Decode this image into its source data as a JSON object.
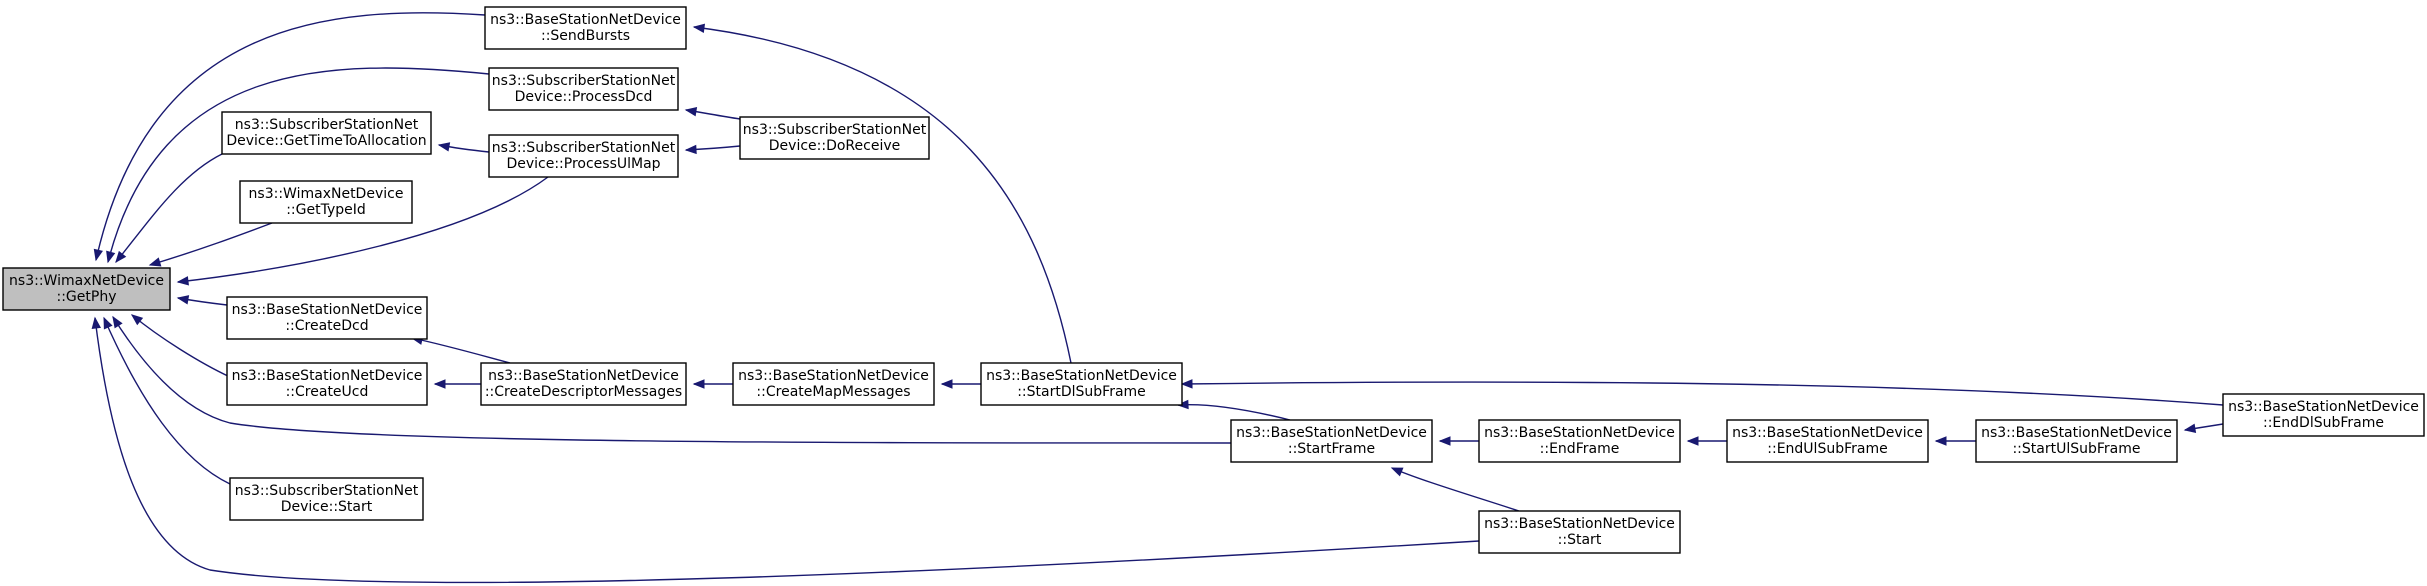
{
  "diagram": {
    "type": "call-graph",
    "colors": {
      "edge": "#191970",
      "focus_fill": "#bfbfbf",
      "node_fill": "#ffffff",
      "node_border": "#000000"
    },
    "nodes": [
      {
        "id": "getphy",
        "lines": [
          "ns3::WimaxNetDevice",
          "::GetPhy"
        ],
        "focus": true
      },
      {
        "id": "sendbursts",
        "lines": [
          "ns3::BaseStationNetDevice",
          "::SendBursts"
        ]
      },
      {
        "id": "processdcd",
        "lines": [
          "ns3::SubscriberStationNet",
          "Device::ProcessDcd"
        ]
      },
      {
        "id": "gettimetoallocation",
        "lines": [
          "ns3::SubscriberStationNet",
          "Device::GetTimeToAllocation"
        ]
      },
      {
        "id": "processulmap",
        "lines": [
          "ns3::SubscriberStationNet",
          "Device::ProcessUlMap"
        ]
      },
      {
        "id": "doreceive",
        "lines": [
          "ns3::SubscriberStationNet",
          "Device::DoReceive"
        ]
      },
      {
        "id": "gettypeid",
        "lines": [
          "ns3::WimaxNetDevice",
          "::GetTypeId"
        ]
      },
      {
        "id": "createdcd",
        "lines": [
          "ns3::BaseStationNetDevice",
          "::CreateDcd"
        ]
      },
      {
        "id": "createucd",
        "lines": [
          "ns3::BaseStationNetDevice",
          "::CreateUcd"
        ]
      },
      {
        "id": "createdescriptormessages",
        "lines": [
          "ns3::BaseStationNetDevice",
          "::CreateDescriptorMessages"
        ]
      },
      {
        "id": "createmapmessages",
        "lines": [
          "ns3::BaseStationNetDevice",
          "::CreateMapMessages"
        ]
      },
      {
        "id": "startdlsubframe",
        "lines": [
          "ns3::BaseStationNetDevice",
          "::StartDlSubFrame"
        ]
      },
      {
        "id": "enddlsubframe",
        "lines": [
          "ns3::BaseStationNetDevice",
          "::EndDlSubFrame"
        ]
      },
      {
        "id": "startframe",
        "lines": [
          "ns3::BaseStationNetDevice",
          "::StartFrame"
        ]
      },
      {
        "id": "endframe",
        "lines": [
          "ns3::BaseStationNetDevice",
          "::EndFrame"
        ]
      },
      {
        "id": "endulsubframe",
        "lines": [
          "ns3::BaseStationNetDevice",
          "::EndUlSubFrame"
        ]
      },
      {
        "id": "startulsubframe",
        "lines": [
          "ns3::BaseStationNetDevice",
          "::StartUlSubFrame"
        ]
      },
      {
        "id": "ssstart",
        "lines": [
          "ns3::SubscriberStationNet",
          "Device::Start"
        ]
      },
      {
        "id": "bsstart",
        "lines": [
          "ns3::BaseStationNetDevice",
          "::Start"
        ]
      }
    ],
    "edges": [
      {
        "from": "sendbursts",
        "to": "getphy"
      },
      {
        "from": "processdcd",
        "to": "getphy"
      },
      {
        "from": "gettimetoallocation",
        "to": "getphy"
      },
      {
        "from": "gettypeid",
        "to": "getphy"
      },
      {
        "from": "processulmap",
        "to": "getphy"
      },
      {
        "from": "createdcd",
        "to": "getphy"
      },
      {
        "from": "createucd",
        "to": "getphy"
      },
      {
        "from": "startframe",
        "to": "getphy"
      },
      {
        "from": "ssstart",
        "to": "getphy"
      },
      {
        "from": "bsstart",
        "to": "getphy"
      },
      {
        "from": "startdlsubframe",
        "to": "sendbursts"
      },
      {
        "from": "doreceive",
        "to": "processdcd"
      },
      {
        "from": "doreceive",
        "to": "processulmap"
      },
      {
        "from": "processulmap",
        "to": "gettimetoallocation"
      },
      {
        "from": "createdescriptormessages",
        "to": "createdcd"
      },
      {
        "from": "createdescriptormessages",
        "to": "createucd"
      },
      {
        "from": "createmapmessages",
        "to": "createdescriptormessages"
      },
      {
        "from": "startdlsubframe",
        "to": "createmapmessages"
      },
      {
        "from": "startframe",
        "to": "startdlsubframe"
      },
      {
        "from": "enddlsubframe",
        "to": "startdlsubframe"
      },
      {
        "from": "endframe",
        "to": "startframe"
      },
      {
        "from": "bsstart",
        "to": "startframe"
      },
      {
        "from": "endulsubframe",
        "to": "endframe"
      },
      {
        "from": "startulsubframe",
        "to": "endulsubframe"
      },
      {
        "from": "enddlsubframe",
        "to": "startulsubframe"
      }
    ]
  }
}
